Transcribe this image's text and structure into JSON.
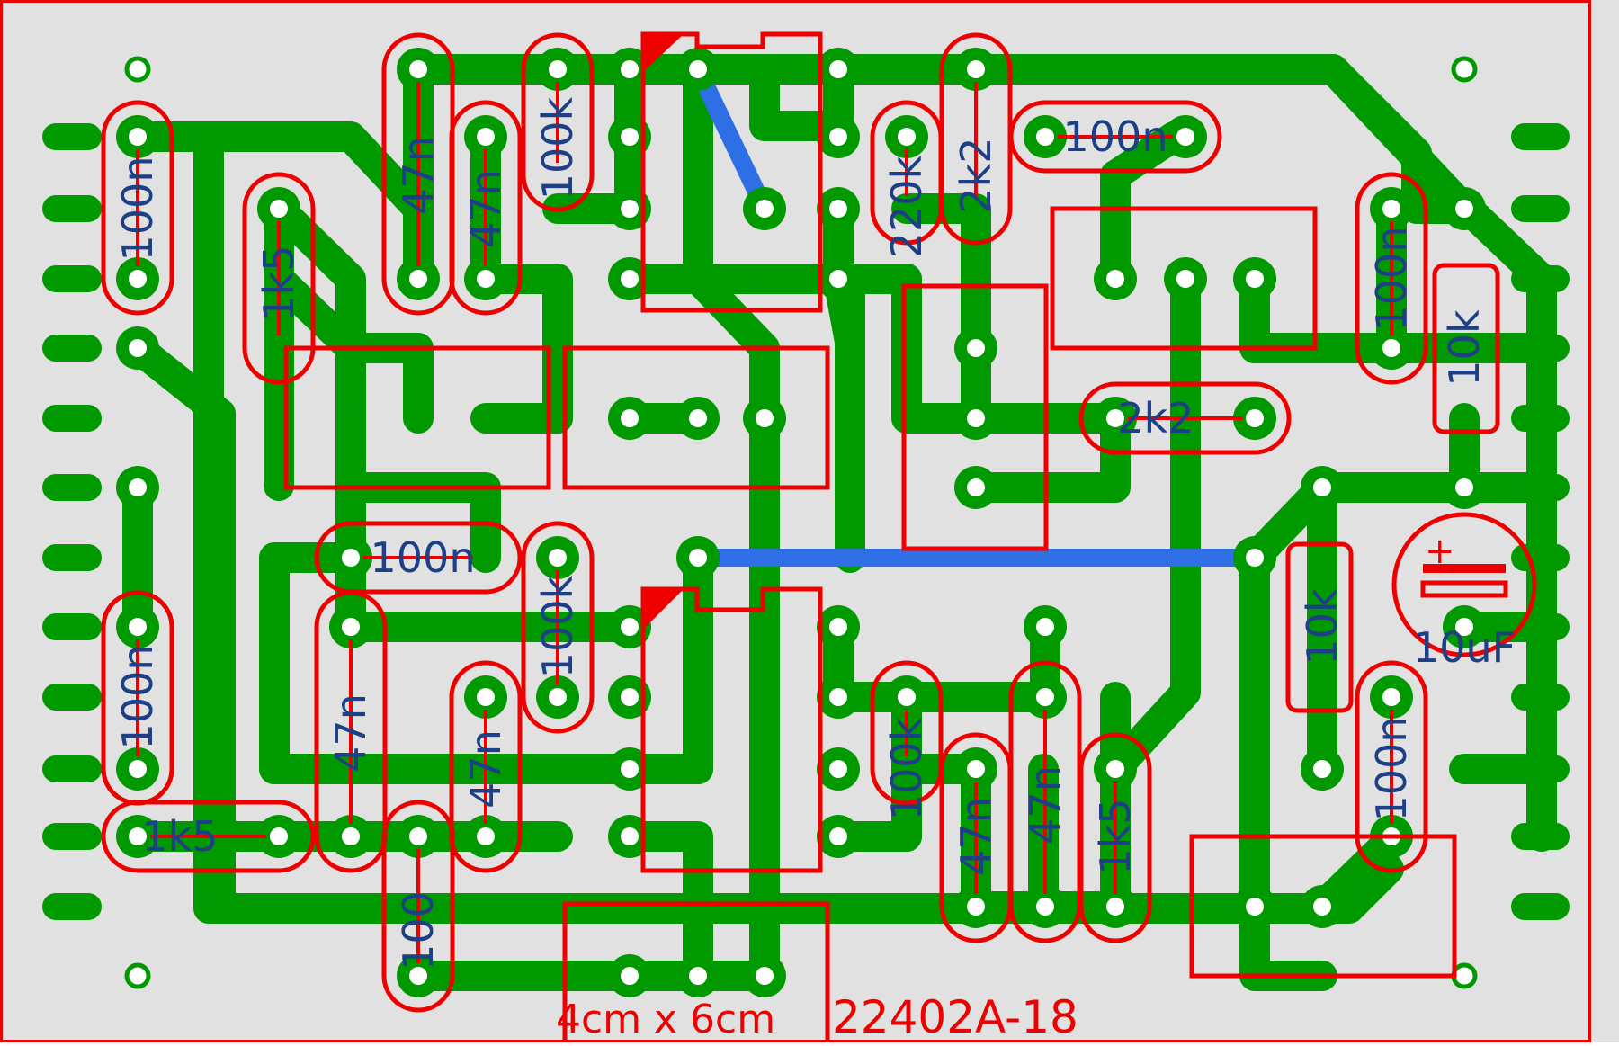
{
  "board": {
    "size_label": "4cm x 6cm",
    "id_label": "22402A-18"
  },
  "colors": {
    "background": "#e1e1e1",
    "track": "#009900",
    "jumper": "#2f6fe6",
    "silkscreen": "#ee0000",
    "value_text": "#1d3f86",
    "hole": "#ffffff"
  },
  "components": [
    {
      "ref": "C1",
      "kind": "capacitor",
      "value": "100n"
    },
    {
      "ref": "C2",
      "kind": "capacitor",
      "value": "100n"
    },
    {
      "ref": "C3",
      "kind": "capacitor",
      "value": "47n"
    },
    {
      "ref": "C4",
      "kind": "capacitor",
      "value": "47n"
    },
    {
      "ref": "R1",
      "kind": "resistor",
      "value": "1k5"
    },
    {
      "ref": "R2",
      "kind": "resistor",
      "value": "100k"
    },
    {
      "ref": "R3",
      "kind": "resistor",
      "value": "220k"
    },
    {
      "ref": "R4",
      "kind": "resistor",
      "value": "2k2"
    },
    {
      "ref": "C5",
      "kind": "capacitor",
      "value": "100n"
    },
    {
      "ref": "R5",
      "kind": "resistor",
      "value": "2k2"
    },
    {
      "ref": "C6",
      "kind": "capacitor",
      "value": "100n"
    },
    {
      "ref": "R6",
      "kind": "resistor",
      "value": "10k"
    },
    {
      "ref": "C7",
      "kind": "capacitor",
      "value": "100n"
    },
    {
      "ref": "R7",
      "kind": "resistor",
      "value": "100k"
    },
    {
      "ref": "C8",
      "kind": "capacitor",
      "value": "100n"
    },
    {
      "ref": "R8",
      "kind": "resistor",
      "value": "1k5"
    },
    {
      "ref": "C9",
      "kind": "capacitor",
      "value": "47n"
    },
    {
      "ref": "C10",
      "kind": "capacitor",
      "value": "47n"
    },
    {
      "ref": "R9",
      "kind": "resistor",
      "value": "100"
    },
    {
      "ref": "R10",
      "kind": "resistor",
      "value": "100k"
    },
    {
      "ref": "C11",
      "kind": "capacitor",
      "value": "47n"
    },
    {
      "ref": "C12",
      "kind": "capacitor",
      "value": "47n"
    },
    {
      "ref": "R11",
      "kind": "resistor",
      "value": "1k5"
    },
    {
      "ref": "R12",
      "kind": "resistor",
      "value": "10k"
    },
    {
      "ref": "C13",
      "kind": "capacitor",
      "value": "100n"
    },
    {
      "ref": "C14",
      "kind": "electrolytic",
      "value": "10uF"
    }
  ],
  "chips": [
    {
      "ref": "IC1",
      "kind": "dip8"
    },
    {
      "ref": "IC2",
      "kind": "dip8"
    }
  ],
  "connectors": [
    {
      "ref": "P1",
      "kind": "3-pin"
    },
    {
      "ref": "P2",
      "kind": "3-pin"
    },
    {
      "ref": "P3",
      "kind": "3-pin"
    },
    {
      "ref": "P4",
      "kind": "3-pin"
    },
    {
      "ref": "P5",
      "kind": "3-pin"
    },
    {
      "ref": "P6",
      "kind": "2-pin"
    }
  ]
}
